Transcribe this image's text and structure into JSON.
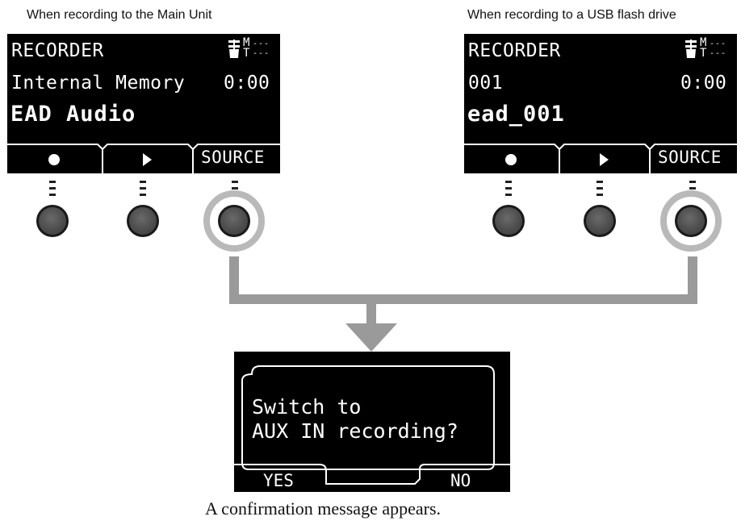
{
  "captions": {
    "left": "When recording to the Main Unit",
    "right": "When recording to a USB flash drive",
    "bottom": "A confirmation message appears."
  },
  "screen_left": {
    "title": "RECORDER",
    "status_icon": "metronome-icon",
    "status_m": "M",
    "status_t": "T",
    "memory_label": "Internal Memory",
    "time": "0:00",
    "filename": "EAD Audio",
    "buttons": [
      "record-icon",
      "play-icon"
    ],
    "source_label": "SOURCE"
  },
  "screen_right": {
    "title": "RECORDER",
    "status_icon": "metronome-icon",
    "status_m": "M",
    "status_t": "T",
    "number": "001",
    "time": "0:00",
    "filename": "ead_001",
    "buttons": [
      "record-icon",
      "play-icon"
    ],
    "source_label": "SOURCE"
  },
  "dialog": {
    "line1": "Switch to",
    "line2": "AUX IN recording?",
    "yes_label": "YES",
    "no_label": "NO"
  },
  "colors": {
    "highlight_ring": "#b9b9b9",
    "arrow": "#9a9a9a",
    "lcd_bg": "#000000"
  }
}
